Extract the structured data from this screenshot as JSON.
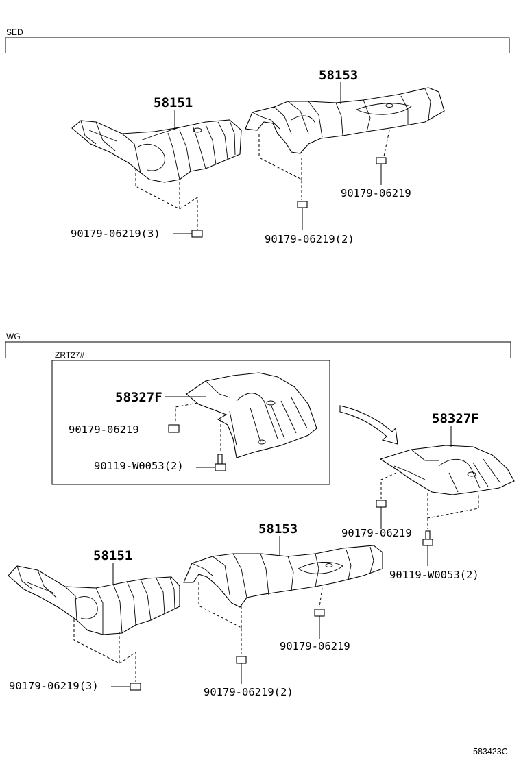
{
  "sections": {
    "sed": "SED",
    "wg": "WG",
    "zrt": "ZRT27#"
  },
  "labels": {
    "sed_58151": "58151",
    "sed_58153": "58153",
    "sed_bolt_right_upper": "90179-06219",
    "sed_bolt_left": "90179-06219(3)",
    "sed_bolt_mid": "90179-06219(2)",
    "zrt_58327f": "58327F",
    "zrt_bolt_nut": "90179-06219",
    "zrt_bolt_screw": "90119-W0053(2)",
    "wg_58327f": "58327F",
    "wg_bolt_nut": "90179-06219",
    "wg_bolt_screw": "90119-W0053(2)",
    "wg_58153": "58153",
    "wg_58151": "58151",
    "wg_bolt_right": "90179-06219",
    "wg_bolt_left": "90179-06219(3)",
    "wg_bolt_mid": "90179-06219(2)"
  },
  "diagram_code": "583423C"
}
